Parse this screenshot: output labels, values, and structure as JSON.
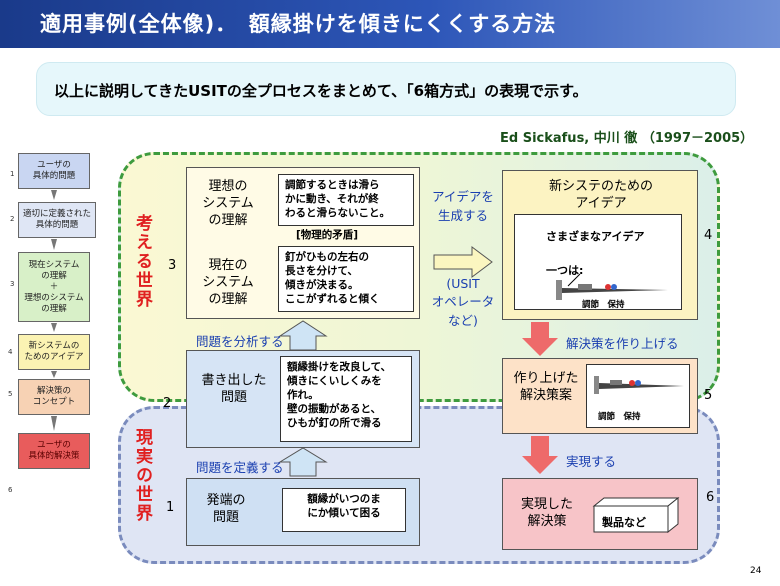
{
  "title": "適用事例(全体像)．　額縁掛けを傾きにくくする方法",
  "subtitle": "以上に説明してきたUSITの全プロセスをまとめて、「6箱方式」の表現で示す。",
  "credit": "Ed Sickafus, 中川 徹 （1997－2005）",
  "regions": {
    "think": "考える世界",
    "real": "現実の世界"
  },
  "left_column": [
    {
      "num": "1",
      "label": "ユーザの\n具体的問題",
      "color": "#c9d6f2"
    },
    {
      "num": "2",
      "label": "適切に定義された\n具体的問題",
      "color": "#dfe6f5"
    },
    {
      "num": "3",
      "label": "現在システム\nの理解\n＋\n理想のシステム\nの理解",
      "color": "#d8f0c8"
    },
    {
      "num": "4",
      "label": "新システムの\nためのアイデア",
      "color": "#fbf3b3"
    },
    {
      "num": "5",
      "label": "解決策の\nコンセプト",
      "color": "#f7d2b4"
    },
    {
      "num": "6",
      "label": "ユーザの\n具体的解決策",
      "color": "#e85c5c"
    }
  ],
  "box3": {
    "num": "3",
    "ideal_label": "理想の\nシステム\nの理解",
    "ideal_text": "調節するときは滑ら\nかに動き、それが終\nわると滑らないこと。",
    "contradiction": "[物理的矛盾]",
    "current_label": "現在の\nシステム\nの理解",
    "current_text": "釘がひもの左右の\n長さを分けて、\n傾きが決まる。\nここがずれると傾く"
  },
  "box2": {
    "num": "2",
    "label": "書き出した\n問題",
    "text": "額縁掛けを改良して、\n傾きにくいしくみを\n作れ。\n壁の振動があると、\nひもが釘の所で滑る"
  },
  "box1": {
    "num": "1",
    "label": "発端の\n問題",
    "text": "額縁がいつのま\nにか傾いて困る"
  },
  "box4": {
    "num": "4",
    "title": "新システのための\nアイデア",
    "line1": "さまざまなアイデア",
    "line2": "一つは:",
    "caption": "調節　保持"
  },
  "box5": {
    "num": "5",
    "label": "作り上げた\n解決策案",
    "caption": "調節　保持"
  },
  "box6": {
    "num": "6",
    "label": "実現した\n解決策",
    "product": "製品など"
  },
  "arrows": {
    "analyze": "問題を分析する",
    "define": "問題を定義する",
    "generate": "アイデアを\n生成する",
    "usit": "(USIT\nオペレータ\nなど)",
    "build": "解決策を作り上げる",
    "realize": "実現する"
  },
  "page_number": "24"
}
